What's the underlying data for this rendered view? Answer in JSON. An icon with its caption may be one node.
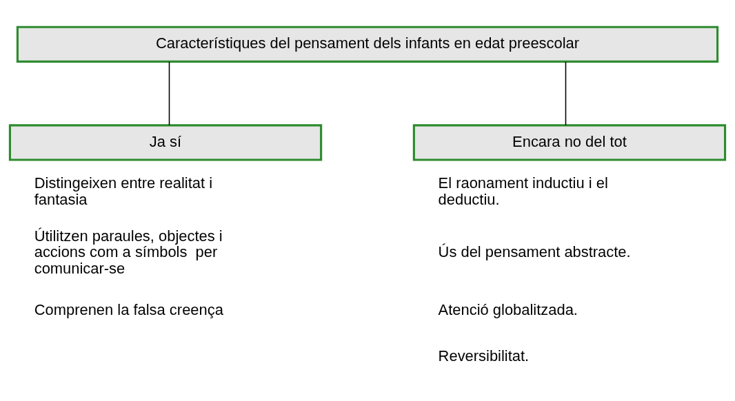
{
  "diagram": {
    "nodes": [
      {
        "text": [
          "Característiques del pensament dels infants en edat preescolar"
        ]
      },
      {
        "text": [
          "Ja sí"
        ]
      },
      {
        "text": [
          "Encara no del tot"
        ]
      }
    ],
    "edges": [
      {
        "from": 0,
        "to": 1,
        "arrow": "none"
      },
      {
        "from": 0,
        "to": 2,
        "arrow": "none"
      }
    ],
    "labels": [
      "Distingeixen entre realitat i fantasia",
      "Útilitzen paraules, objectes i accions com a símbols  per comunicar-se",
      "Comprenen la falsa creença",
      "El raonament inductiu i el deductiu.",
      "Ús del pensament abstracte.",
      "Atenció globalitzada.",
      "Reversibilitat."
    ]
  }
}
